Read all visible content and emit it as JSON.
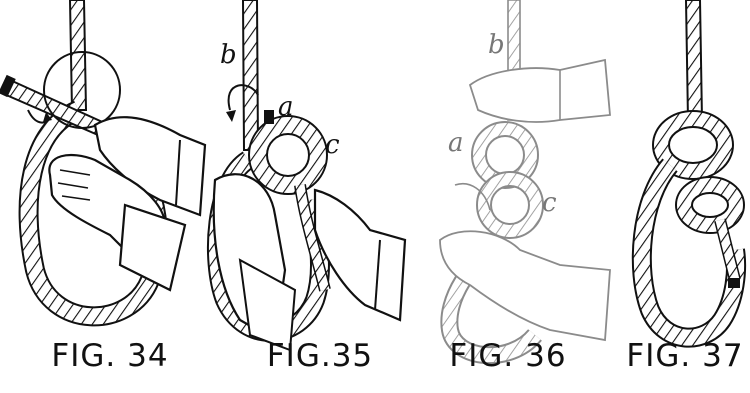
{
  "figures": [
    {
      "caption": "FIG. 34"
    },
    {
      "caption": "FIG.35",
      "labels": {
        "a": "a",
        "b": "b",
        "c": "c"
      }
    },
    {
      "caption": "FIG. 36",
      "labels": {
        "a": "a",
        "b": "b",
        "c": "c"
      }
    },
    {
      "caption": "FIG. 37"
    }
  ],
  "colors": {
    "ink": "#111111",
    "faded_ink": "#777777",
    "paper": "#ffffff"
  }
}
